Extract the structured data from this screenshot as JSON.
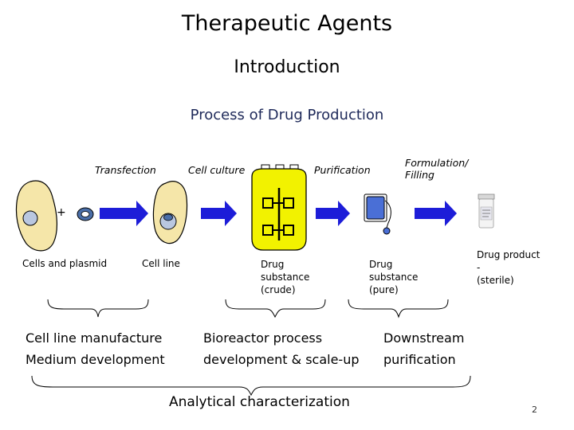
{
  "slide": {
    "title": "Therapeutic Agents",
    "subtitle": "Introduction",
    "process_title": "Process of Drug Production",
    "page_number": "2"
  },
  "stages": {
    "transfection": "Transfection",
    "cell_culture": "Cell culture",
    "purification": "Purification",
    "formulation_line1": "Formulation/",
    "formulation_line2": "Filling"
  },
  "plus_sign": "+",
  "items": {
    "cells_and_plasmid": "Cells and plasmid",
    "cell_line": "Cell line",
    "drug_crude_line1": "Drug",
    "drug_crude_line2": "substance",
    "drug_crude_line3": "(crude)",
    "drug_pure_line1": "Drug",
    "drug_pure_line2": "substance",
    "drug_pure_line3": "(pure)",
    "drug_product_line1": "Drug product",
    "drug_product_line2": "-",
    "drug_product_line3": "(sterile)"
  },
  "groups": {
    "cell_line_manufacture": "Cell line manufacture",
    "medium_development": "Medium development",
    "bioreactor_line1": "Bioreactor process",
    "bioreactor_line2": "development & scale-up",
    "downstream_line1": "Downstream",
    "downstream_line2": "purification",
    "analytical": "Analytical characterization"
  },
  "colors": {
    "arrow": "#1d1dd8",
    "bioreactor": "#f2f200",
    "cell": "#f5e6a9",
    "nucleus": "#b9c7e0",
    "plasmid": "#4a6ea8",
    "bag": "#4a6fd6"
  }
}
